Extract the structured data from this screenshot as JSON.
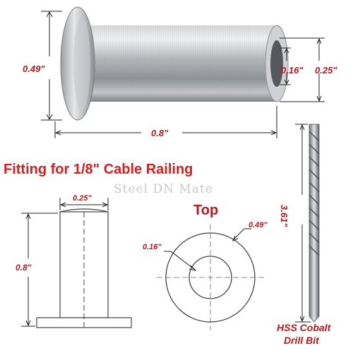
{
  "top_dimensions": {
    "flange_diameter": "0.49\"",
    "inner_diameter": "0.16\"",
    "outer_diameter": "0.25\"",
    "length": "0.8\""
  },
  "heading": "Fitting for 1/8\" Cable Railing",
  "watermark": "Steel DN Mate",
  "side_view": {
    "width": "0.25\"",
    "height": "0.8\""
  },
  "top_view": {
    "title": "Top",
    "inner_diameter": "0.16\"",
    "outer_diameter": "0.49\""
  },
  "drill_bit": {
    "length": "3.61\"",
    "caption_line1": "HSS Cobalt",
    "caption_line2": "Drill Bit"
  },
  "colors": {
    "dimension_text": "#c0161a",
    "heading": "#e01b1b",
    "steel": "#b8babd"
  }
}
